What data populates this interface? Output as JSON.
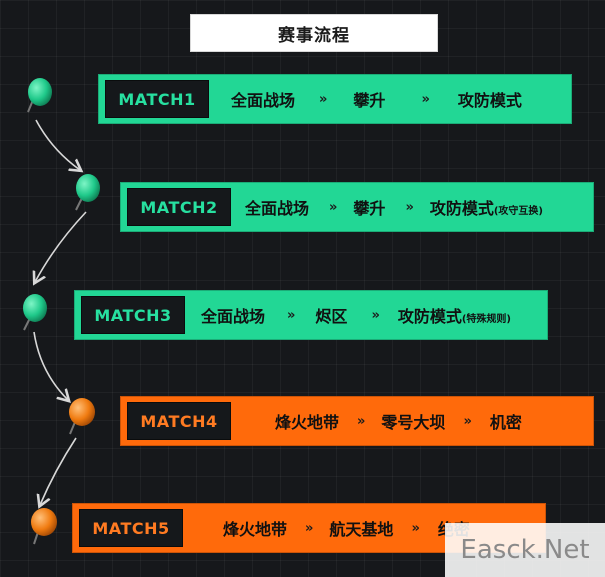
{
  "title": "赛事流程",
  "matches": [
    {
      "tag": "MATCH1",
      "items": [
        "全面战场",
        "攀升",
        "攻防模式"
      ],
      "note": "",
      "color": "#22d795"
    },
    {
      "tag": "MATCH2",
      "items": [
        "全面战场",
        "攀升",
        "攻防模式"
      ],
      "note": "(攻守互换)",
      "color": "#22d795"
    },
    {
      "tag": "MATCH3",
      "items": [
        "全面战场",
        "烬区",
        "攻防模式"
      ],
      "note": "(特殊规则)",
      "color": "#22d795"
    },
    {
      "tag": "MATCH4",
      "items": [
        "烽火地带",
        "零号大坝",
        "机密"
      ],
      "note": "",
      "color": "#ff6a0b"
    },
    {
      "tag": "MATCH5",
      "items": [
        "烽火地带",
        "航天基地",
        "绝密"
      ],
      "note": "",
      "color": "#ff6a0b"
    }
  ],
  "separator": "»",
  "watermark": "Easck.Net",
  "icons": {
    "pin": "push-pin-icon",
    "arrow": "curved-arrow-icon"
  }
}
